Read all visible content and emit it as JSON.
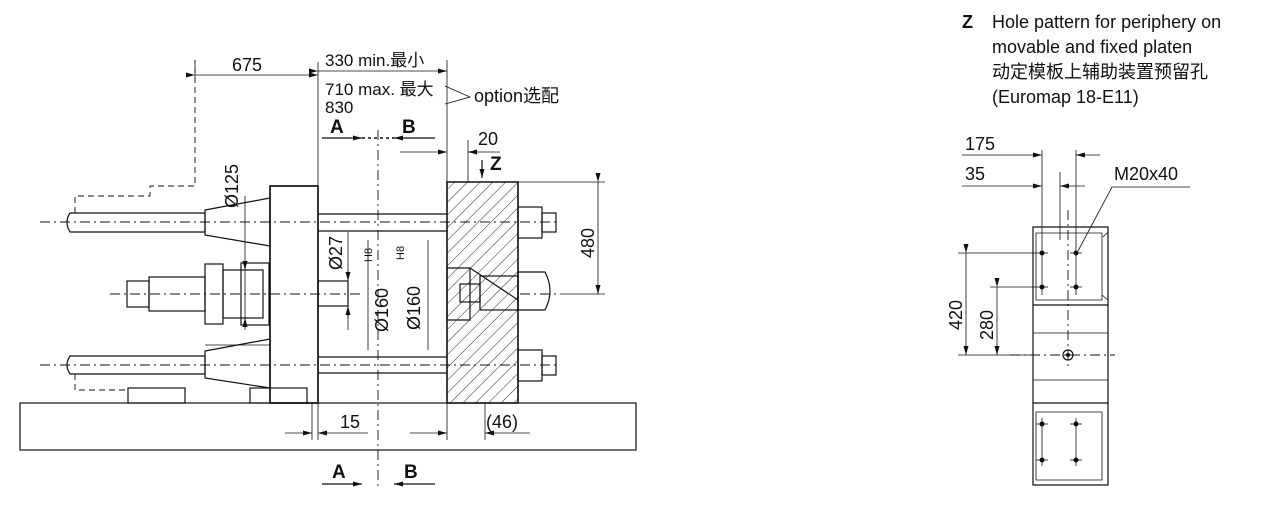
{
  "left_view": {
    "dim_675": "675",
    "dim_330_min": "330 min.最小",
    "dim_710_max": "710 max. 最大",
    "dim_830": "830",
    "option_label": "option选配",
    "section_a": "A",
    "section_b": "B",
    "dim_20": "20",
    "z_marker": "Z",
    "dia_125": "Ø125",
    "dia_27": "Ø27",
    "dia_160_left": "Ø160",
    "dia_160_right": "Ø160",
    "tolerance_h8": "H8",
    "dim_480": "480",
    "dim_15": "15",
    "dim_46": "(46)"
  },
  "right_view": {
    "note_letter": "Z",
    "note_line1": "Hole pattern for periphery on",
    "note_line2": "movable and fixed platen",
    "note_line3": "动定模板上辅助装置预留孔",
    "note_line4": "(Euromap 18-E11)",
    "dim_175": "175",
    "dim_35": "35",
    "thread_label": "M20x40",
    "dim_420": "420",
    "dim_280": "280"
  }
}
